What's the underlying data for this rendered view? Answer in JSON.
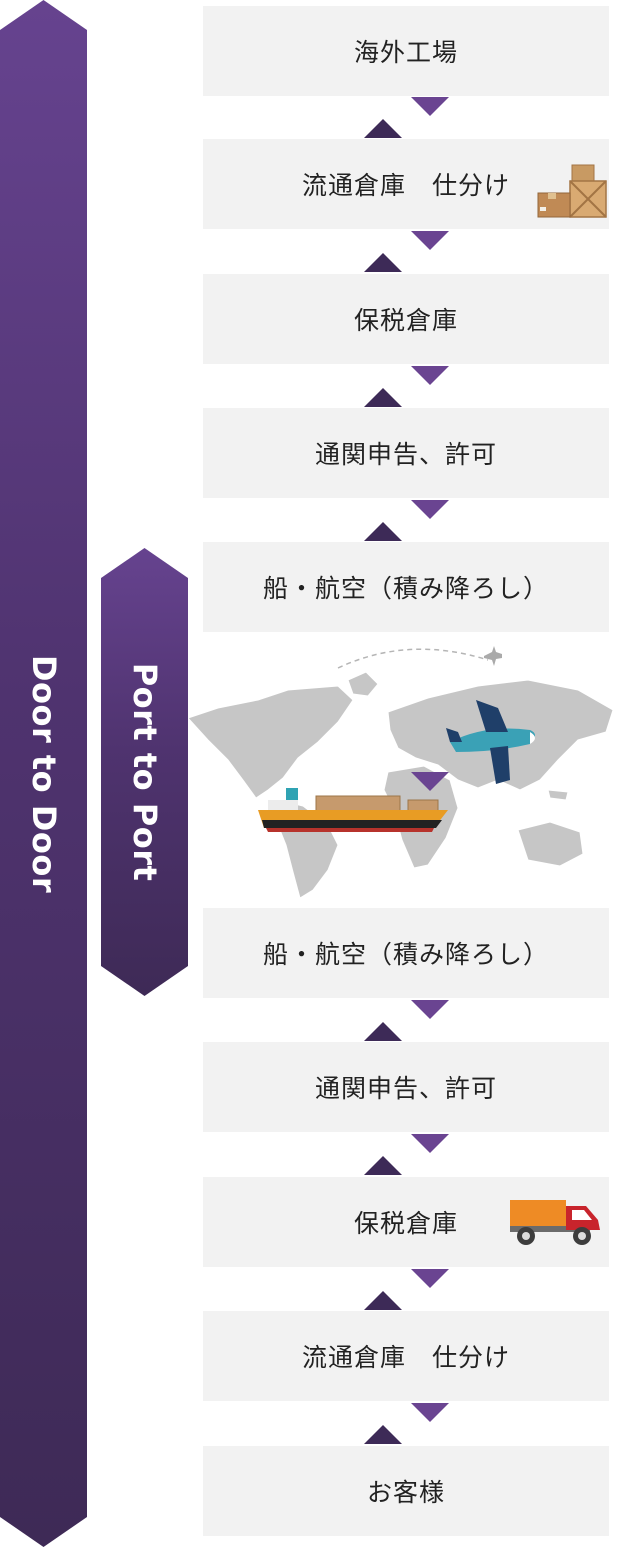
{
  "bands": {
    "door": "Door to Door",
    "port": "Port to Port"
  },
  "steps": [
    "海外工場",
    "流通倉庫　仕分け",
    "保税倉庫",
    "通関申告、許可",
    "船・航空（積み降ろし）",
    "船・航空（積み降ろし）",
    "通関申告、許可",
    "保税倉庫",
    "流通倉庫　仕分け",
    "お客様"
  ],
  "colors": {
    "band_top": "#66438f",
    "band_bottom": "#3e2a56",
    "box": "#f2f2f2",
    "arrow_down": "#6a4491",
    "arrow_up": "#3d2a57"
  },
  "icons": [
    "boxes-icon",
    "world-map",
    "airplane-icon",
    "cargo-ship-icon",
    "truck-icon"
  ]
}
